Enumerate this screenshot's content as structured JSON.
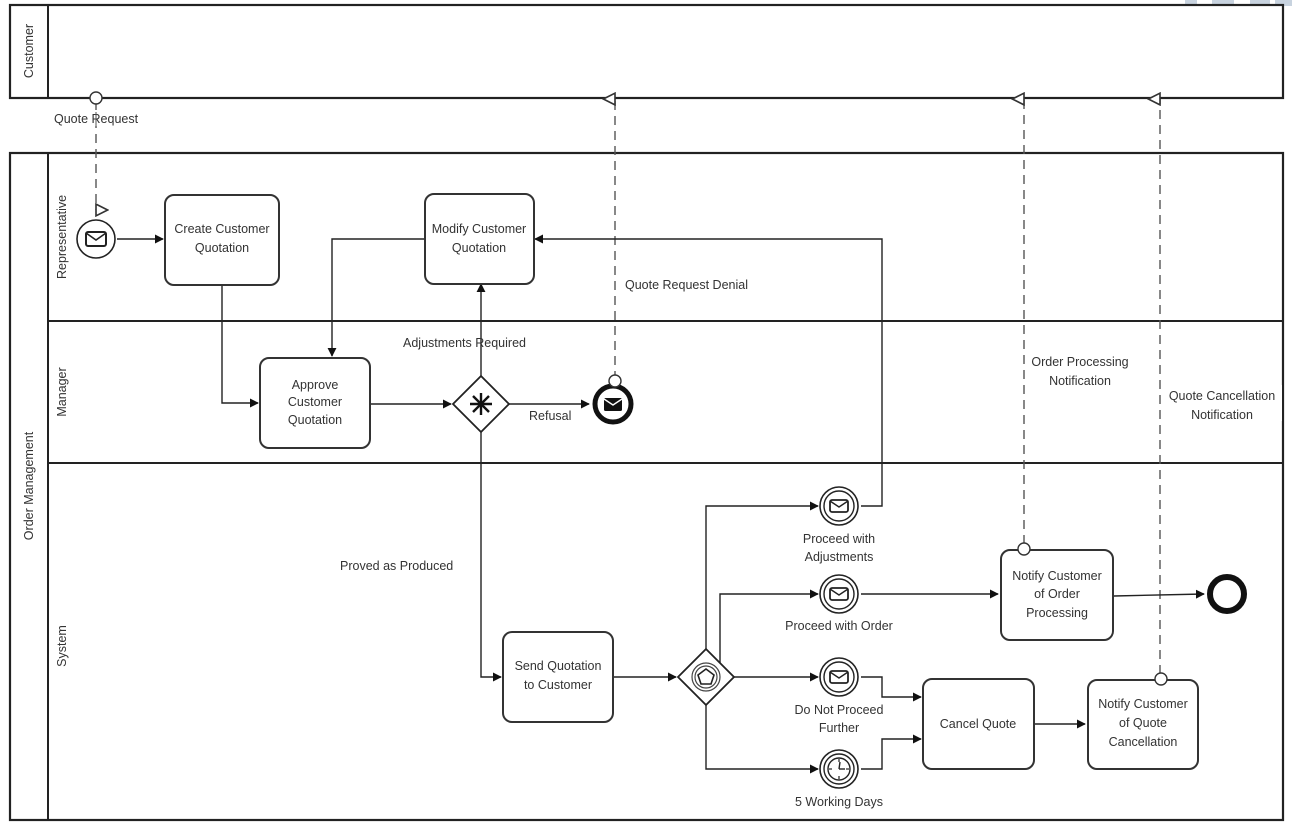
{
  "diagram": {
    "type": "BPMN collaboration",
    "pools": [
      {
        "id": "customer",
        "label": "Customer",
        "lanes": []
      },
      {
        "id": "order-management",
        "label": "Order Management",
        "lanes": [
          {
            "id": "representative",
            "label": "Representative"
          },
          {
            "id": "manager",
            "label": "Manager"
          },
          {
            "id": "system",
            "label": "System"
          }
        ]
      }
    ],
    "tasks": {
      "create_quotation": {
        "line1": "Create Customer",
        "line2": "Quotation"
      },
      "modify_quotation": {
        "line1": "Modify Customer",
        "line2": "Quotation"
      },
      "approve_quotation": {
        "line1": "Approve",
        "line2": "Customer",
        "line3": "Quotation"
      },
      "send_quotation": {
        "line1": "Send Quotation",
        "line2": "to Customer"
      },
      "notify_order": {
        "line1": "Notify Customer",
        "line2": "of Order",
        "line3": "Processing"
      },
      "cancel_quote": {
        "line1": "Cancel Quote"
      },
      "notify_cancel": {
        "line1": "Notify Customer",
        "line2": "of Quote",
        "line3": "Cancellation"
      }
    },
    "events": {
      "start_message": {
        "type": "message start event",
        "icon": "envelope-icon"
      },
      "refusal_end": {
        "type": "message end event",
        "icon": "envelope-filled-icon"
      },
      "proceed_adjustments": {
        "type": "message intermediate catch event",
        "icon": "envelope-icon",
        "line1": "Proceed with",
        "line2": "Adjustments"
      },
      "proceed_order": {
        "type": "message intermediate catch event",
        "icon": "envelope-icon",
        "line1": "Proceed with Order"
      },
      "do_not_proceed": {
        "type": "message intermediate catch event",
        "icon": "envelope-icon",
        "line1": "Do Not Proceed",
        "line2": "Further"
      },
      "timer": {
        "type": "timer intermediate catch event",
        "icon": "clock-icon",
        "line1": "5 Working Days"
      },
      "end": {
        "type": "end event"
      }
    },
    "gateways": {
      "complex": {
        "type": "complex gateway",
        "icon": "asterisk-icon"
      },
      "event_based": {
        "type": "event-based gateway",
        "icon": "pentagon-icon"
      }
    },
    "flow_labels": {
      "adjustments_required": "Adjustments Required",
      "refusal": "Refusal",
      "proved_as_produced": "Proved as Produced"
    },
    "message_flows": {
      "quote_request": "Quote Request",
      "quote_request_denial": "Quote Request Denial",
      "order_processing_notification_1": "Order Processing",
      "order_processing_notification_2": "Notification",
      "quote_cancellation_notification_1": "Quote Cancellation",
      "quote_cancellation_notification_2": "Notification"
    }
  }
}
